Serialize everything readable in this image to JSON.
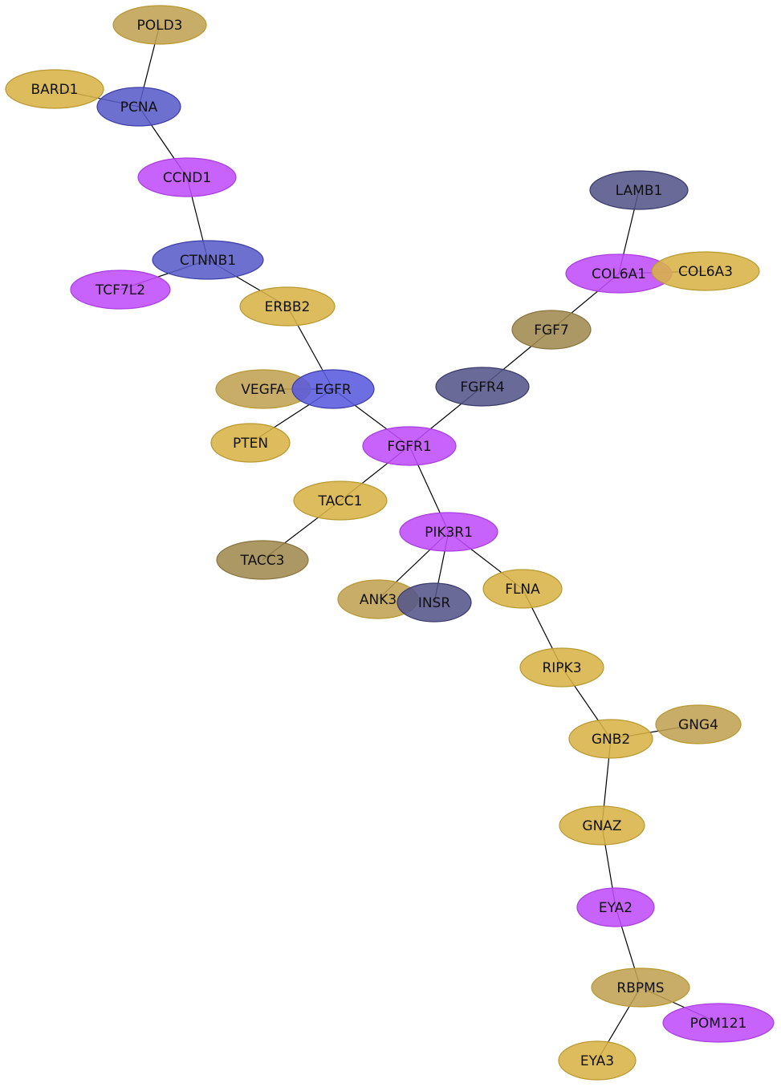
{
  "palette": {
    "gold": "#d8b347",
    "gold_dark": "#b8982f",
    "khaki": "#bfa252",
    "olive": "#a08a50",
    "purple": "#bf4dfa",
    "purple_dark": "#a83ce0",
    "blue": "#5a5cc8",
    "blue_dark": "#3c3ea8",
    "blue_bright": "#5a5adf",
    "navy": "#55558a",
    "navy_dark": "#3a3a6a"
  },
  "nodes": [
    {
      "id": "POLD3",
      "label": "POLD3",
      "color": "khaki"
    },
    {
      "id": "BARD1",
      "label": "BARD1",
      "color": "gold"
    },
    {
      "id": "PCNA",
      "label": "PCNA",
      "color": "blue"
    },
    {
      "id": "CCND1",
      "label": "CCND1",
      "color": "purple"
    },
    {
      "id": "CTNNB1",
      "label": "CTNNB1",
      "color": "blue"
    },
    {
      "id": "TCF7L2",
      "label": "TCF7L2",
      "color": "purple"
    },
    {
      "id": "ERBB2",
      "label": "ERBB2",
      "color": "gold"
    },
    {
      "id": "VEGFA",
      "label": "VEGFA",
      "color": "khaki"
    },
    {
      "id": "EGFR",
      "label": "EGFR",
      "color": "blue_bright"
    },
    {
      "id": "PTEN",
      "label": "PTEN",
      "color": "gold"
    },
    {
      "id": "FGFR1",
      "label": "FGFR1",
      "color": "purple"
    },
    {
      "id": "TACC1",
      "label": "TACC1",
      "color": "gold"
    },
    {
      "id": "TACC3",
      "label": "TACC3",
      "color": "olive"
    },
    {
      "id": "PIK3R1",
      "label": "PIK3R1",
      "color": "purple"
    },
    {
      "id": "ANK3",
      "label": "ANK3",
      "color": "khaki"
    },
    {
      "id": "INSR",
      "label": "INSR",
      "color": "navy"
    },
    {
      "id": "FLNA",
      "label": "FLNA",
      "color": "gold"
    },
    {
      "id": "RIPK3",
      "label": "RIPK3",
      "color": "gold"
    },
    {
      "id": "GNB2",
      "label": "GNB2",
      "color": "gold"
    },
    {
      "id": "GNG4",
      "label": "GNG4",
      "color": "khaki"
    },
    {
      "id": "GNAZ",
      "label": "GNAZ",
      "color": "gold"
    },
    {
      "id": "EYA2",
      "label": "EYA2",
      "color": "purple"
    },
    {
      "id": "RBPMS",
      "label": "RBPMS",
      "color": "khaki"
    },
    {
      "id": "POM121",
      "label": "POM121",
      "color": "purple"
    },
    {
      "id": "EYA3",
      "label": "EYA3",
      "color": "gold"
    },
    {
      "id": "LAMB1",
      "label": "LAMB1",
      "color": "navy"
    },
    {
      "id": "COL6A1",
      "label": "COL6A1",
      "color": "purple"
    },
    {
      "id": "COL6A3",
      "label": "COL6A3",
      "color": "gold"
    },
    {
      "id": "FGF7",
      "label": "FGF7",
      "color": "olive"
    },
    {
      "id": "FGFR4",
      "label": "FGFR4",
      "color": "navy"
    }
  ],
  "edges": [
    [
      "POLD3",
      "PCNA"
    ],
    [
      "BARD1",
      "PCNA"
    ],
    [
      "PCNA",
      "CCND1"
    ],
    [
      "CCND1",
      "CTNNB1"
    ],
    [
      "CTNNB1",
      "TCF7L2"
    ],
    [
      "CTNNB1",
      "ERBB2"
    ],
    [
      "ERBB2",
      "EGFR"
    ],
    [
      "VEGFA",
      "EGFR"
    ],
    [
      "EGFR",
      "PTEN"
    ],
    [
      "EGFR",
      "FGFR1"
    ],
    [
      "FGFR1",
      "TACC1"
    ],
    [
      "TACC1",
      "TACC3"
    ],
    [
      "FGFR1",
      "PIK3R1"
    ],
    [
      "FGFR1",
      "FGFR4"
    ],
    [
      "PIK3R1",
      "ANK3"
    ],
    [
      "PIK3R1",
      "INSR"
    ],
    [
      "PIK3R1",
      "FLNA"
    ],
    [
      "FLNA",
      "RIPK3"
    ],
    [
      "RIPK3",
      "GNB2"
    ],
    [
      "GNB2",
      "GNG4"
    ],
    [
      "GNB2",
      "GNAZ"
    ],
    [
      "GNAZ",
      "EYA2"
    ],
    [
      "EYA2",
      "RBPMS"
    ],
    [
      "RBPMS",
      "POM121"
    ],
    [
      "RBPMS",
      "EYA3"
    ],
    [
      "LAMB1",
      "COL6A1"
    ],
    [
      "COL6A1",
      "COL6A3"
    ],
    [
      "COL6A1",
      "FGF7"
    ],
    [
      "FGF7",
      "FGFR4"
    ]
  ]
}
